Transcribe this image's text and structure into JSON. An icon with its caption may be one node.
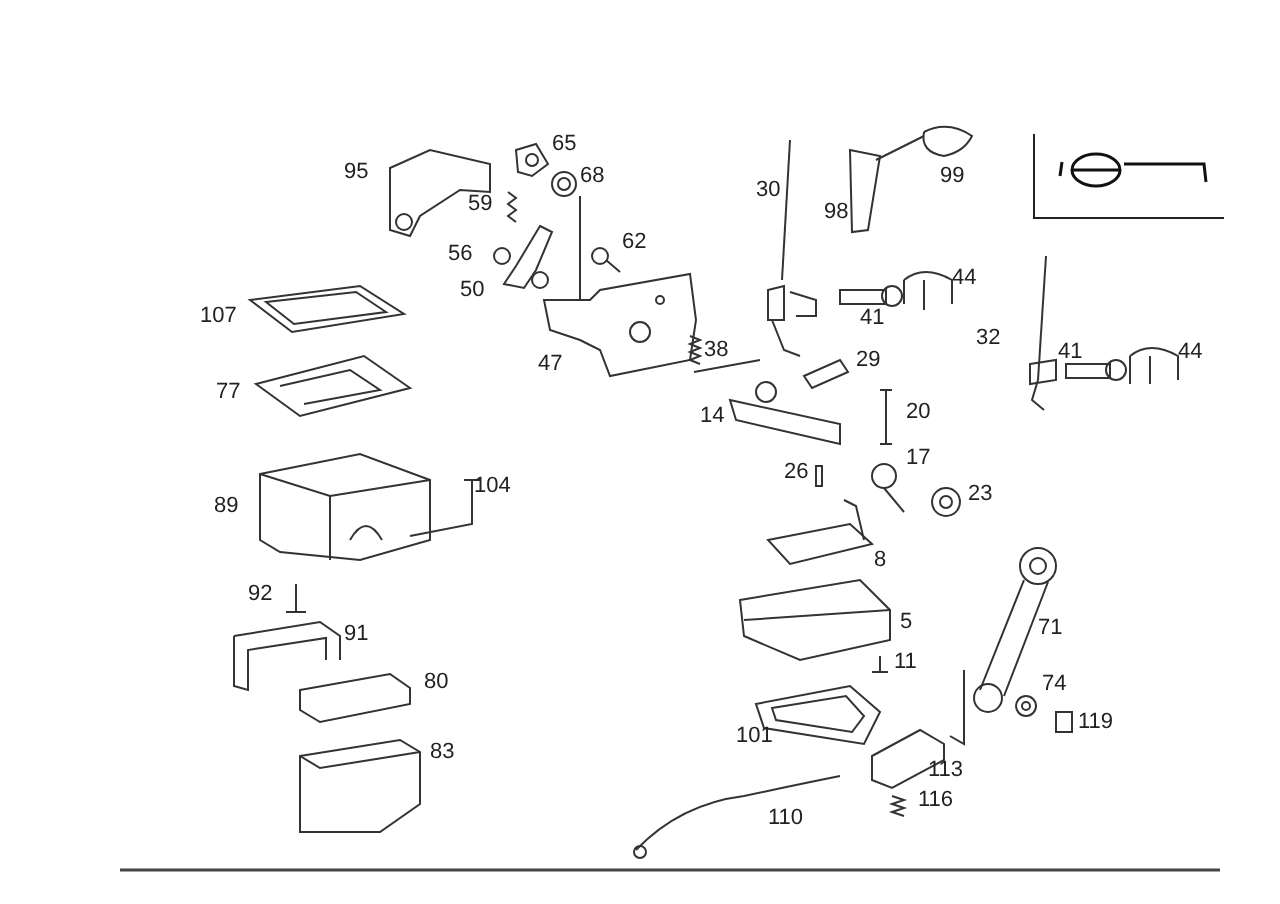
{
  "diagram": {
    "labels": [
      "65",
      "95",
      "68",
      "30",
      "99",
      "98",
      "59",
      "62",
      "56",
      "44",
      "50",
      "41",
      "107",
      "32",
      "38",
      "41",
      "44",
      "29",
      "47",
      "77",
      "14",
      "20",
      "17",
      "26",
      "104",
      "23",
      "89",
      "8",
      "92",
      "5",
      "71",
      "91",
      "11",
      "80",
      "74",
      "119",
      "101",
      "83",
      "113",
      "116",
      "110"
    ]
  }
}
